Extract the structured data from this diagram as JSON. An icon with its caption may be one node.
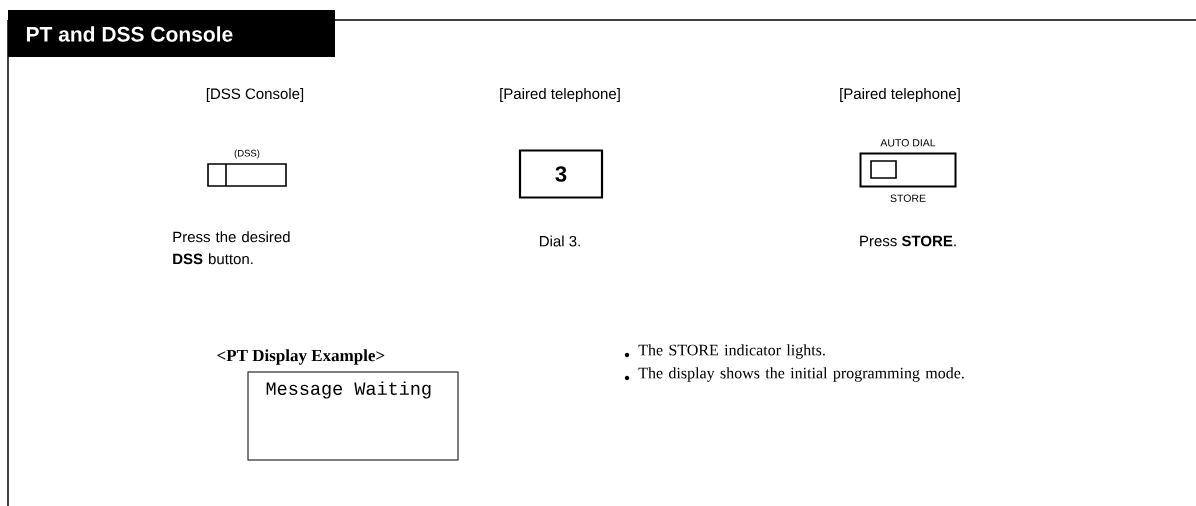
{
  "diagram": {
    "title": "PT and DSS Console",
    "nodes": [
      {
        "text": [
          "(DSS)"
        ]
      },
      {
        "text": [
          "3"
        ]
      },
      {
        "text": [
          "AUTO DIAL",
          "STORE"
        ]
      },
      {
        "text": [
          "<PT Display Example>",
          "Message Waiting"
        ]
      }
    ],
    "labels": [
      "[DSS Console]",
      "[Paired telephone]",
      "[Paired telephone]",
      "Press the desired **DSS** button.",
      "Dial 3.",
      "Press **STORE**.",
      "The STORE indicator lights.",
      "The display shows the initial programming mode."
    ]
  }
}
